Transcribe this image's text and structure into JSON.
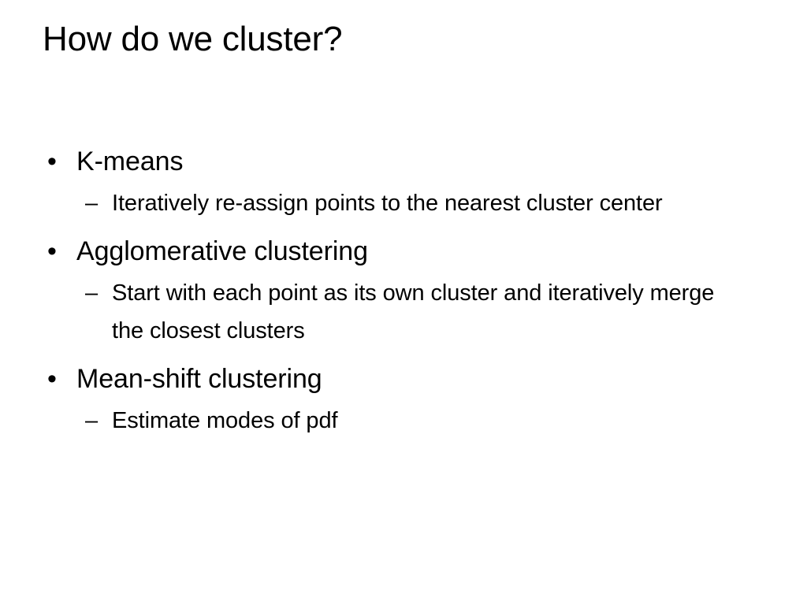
{
  "slide": {
    "title": "How do we cluster?",
    "background_color": "#ffffff",
    "text_color": "#000000",
    "bullet_marker": "•",
    "sub_bullet_marker": "–",
    "groups": [
      {
        "heading": "K-means",
        "sub_items": [
          "Iteratively re-assign points to the nearest cluster center"
        ]
      },
      {
        "heading": "Agglomerative clustering",
        "sub_items": [
          "Start with each point as its own cluster and iteratively merge the closest clusters"
        ]
      },
      {
        "heading": "Mean-shift clustering",
        "sub_items": [
          "Estimate modes of pdf"
        ]
      }
    ]
  }
}
